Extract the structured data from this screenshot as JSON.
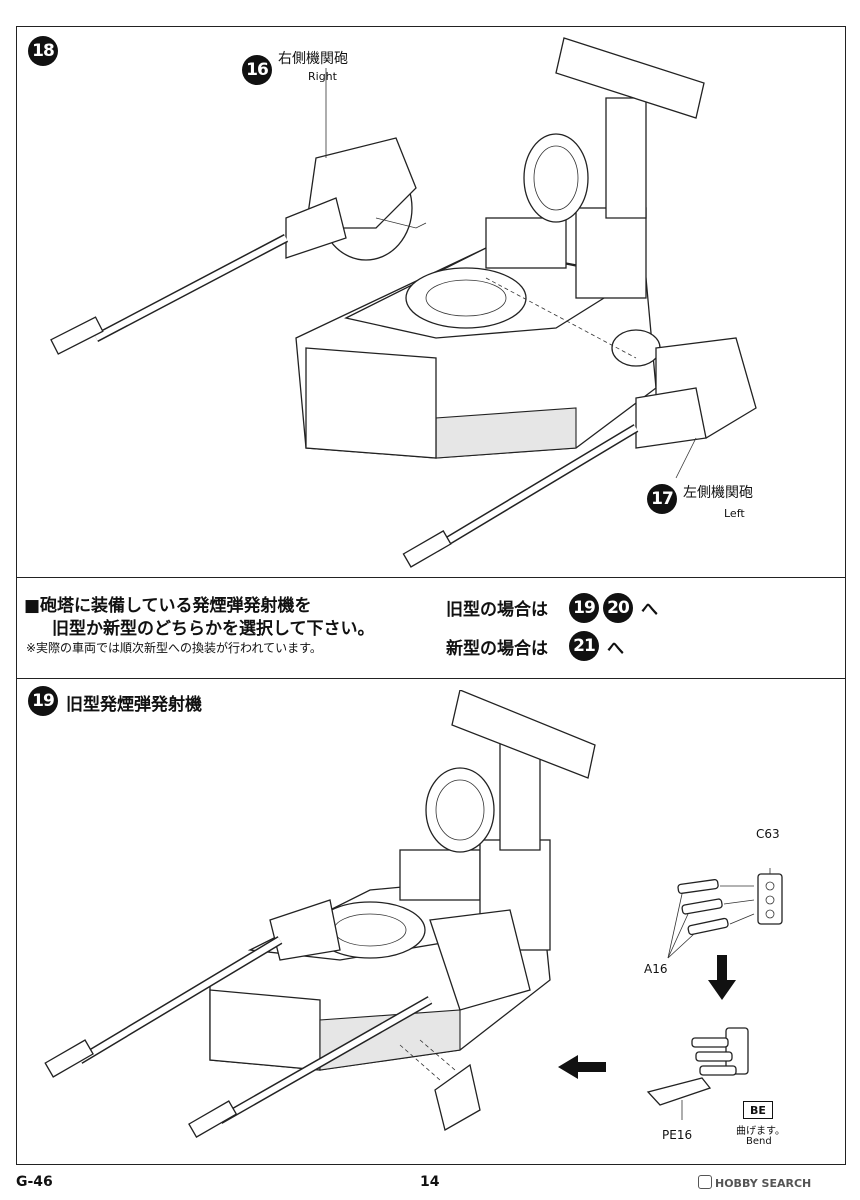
{
  "step18": {
    "number": "18",
    "right_gun": {
      "number": "16",
      "label_jp": "右側機関砲",
      "label_en": "Right"
    },
    "left_gun": {
      "number": "17",
      "label_jp": "左側機関砲",
      "label_en": "Left"
    }
  },
  "note": {
    "line1": "■砲塔に装備している発煙弾発射機を",
    "line2": "旧型か新型のどちらかを選択して下さい。",
    "line3": "※実際の車両では順次新型への換装が行われています。",
    "old_prefix": "旧型の場合は",
    "old_steps": [
      "19",
      "20"
    ],
    "old_suffix": "へ",
    "new_prefix": "新型の場合は",
    "new_step": "21",
    "new_suffix": "へ"
  },
  "step19": {
    "number": "19",
    "title": "旧型発煙弾発射機",
    "parts": {
      "c63": "C63",
      "a16": "A16",
      "pe16": "PE16"
    },
    "be_badge": "BE",
    "bend_jp": "曲げます。",
    "bend_en": "Bend"
  },
  "footer": {
    "code": "G-46",
    "page": "14",
    "watermark": "HOBBY SEARCH"
  }
}
